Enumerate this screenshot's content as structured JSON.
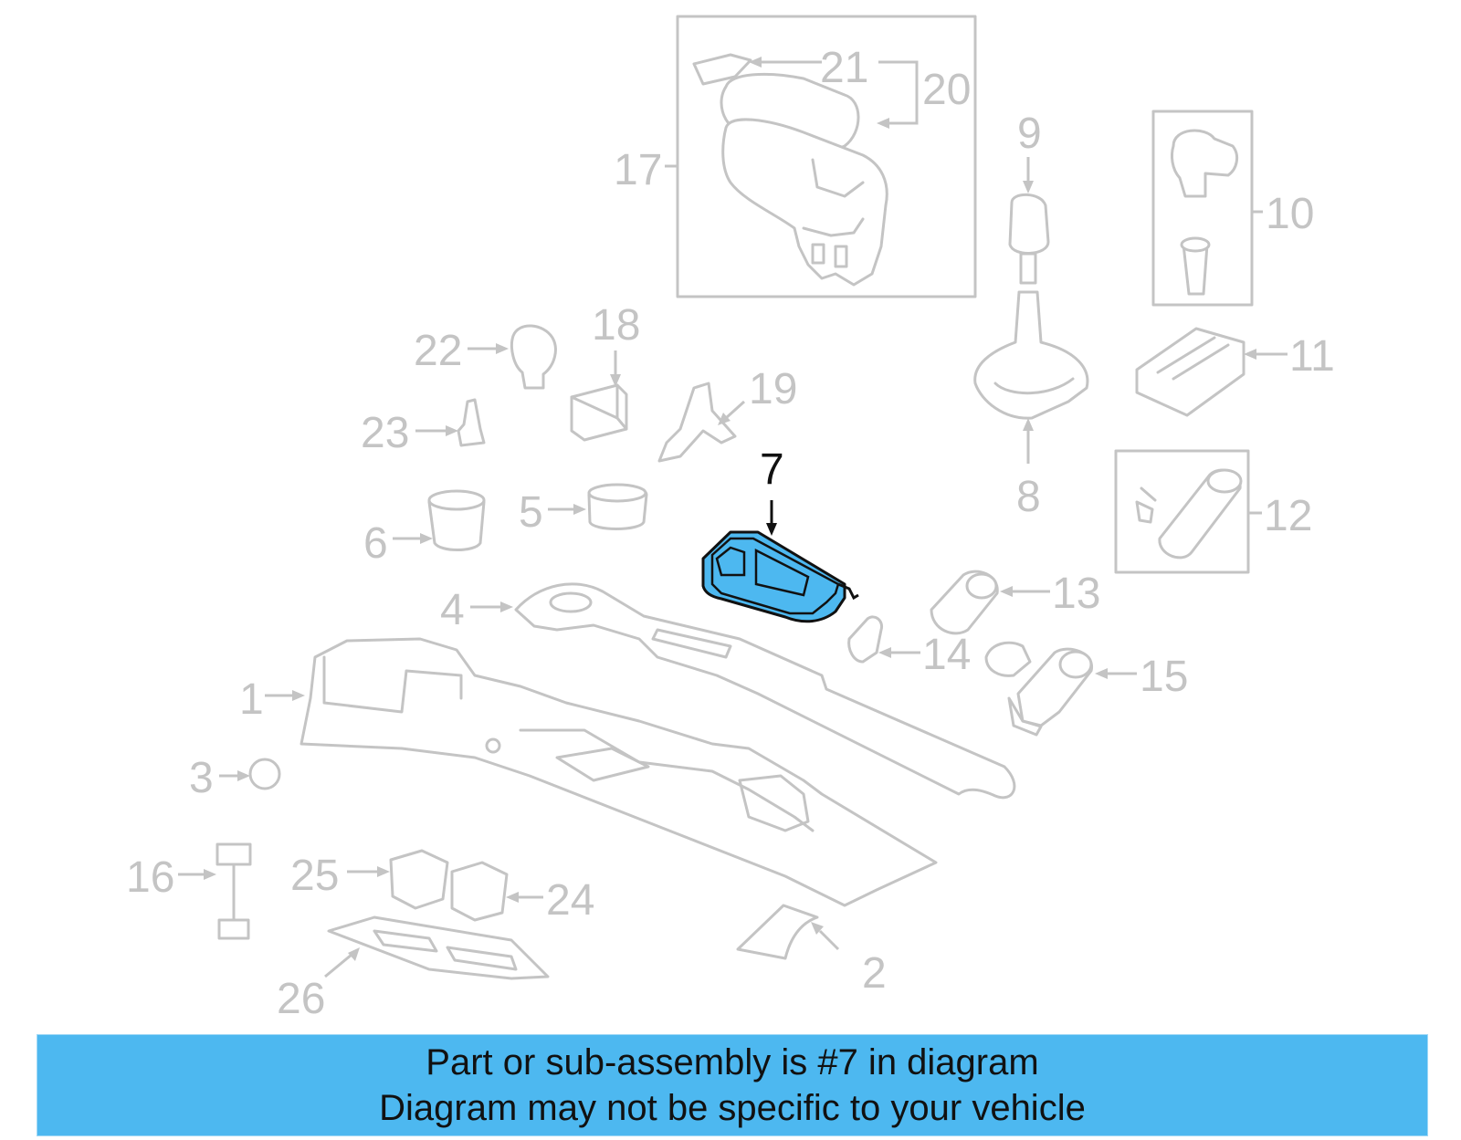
{
  "diagram": {
    "highlighted_part": "7",
    "highlight_color": "#4db8f0",
    "faded_color": "#c4c4c4",
    "callouts": {
      "c1": "1",
      "c2": "2",
      "c3": "3",
      "c4": "4",
      "c5": "5",
      "c6": "6",
      "c7": "7",
      "c8": "8",
      "c9": "9",
      "c10": "10",
      "c11": "11",
      "c12": "12",
      "c13": "13",
      "c14": "14",
      "c15": "15",
      "c16": "16",
      "c17": "17",
      "c18": "18",
      "c19": "19",
      "c20": "20",
      "c21": "21",
      "c22": "22",
      "c23": "23",
      "c24": "24",
      "c25": "25",
      "c26": "26"
    }
  },
  "banner": {
    "line1": "Part or sub-assembly is #7 in diagram",
    "line2": "Diagram may not be specific to your vehicle",
    "background_color": "#4db8f0"
  }
}
